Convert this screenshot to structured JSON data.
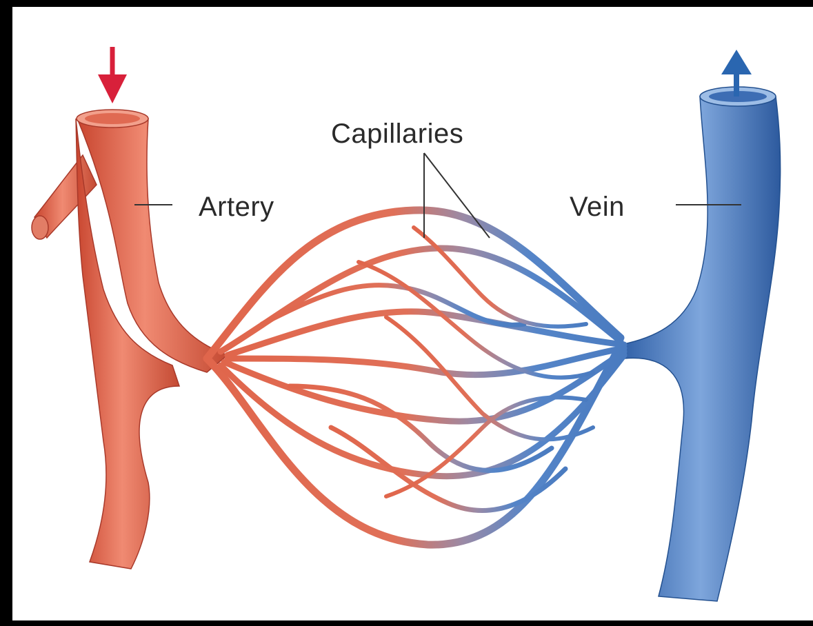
{
  "labels": {
    "capillaries": "Capillaries",
    "artery": "Artery",
    "vein": "Vein"
  },
  "colors": {
    "artery": "#d9573f",
    "artery_highlight": "#f08a72",
    "vein": "#3f72b8",
    "vein_highlight": "#7ea6dc",
    "arrow_in": "#d8203a",
    "arrow_out": "#2a66b0",
    "label_text": "#2a2a2a",
    "background": "#ffffff",
    "frame": "#000000"
  },
  "icons": {
    "inflow_arrow": "arrow-down-icon",
    "outflow_arrow": "arrow-up-icon"
  }
}
